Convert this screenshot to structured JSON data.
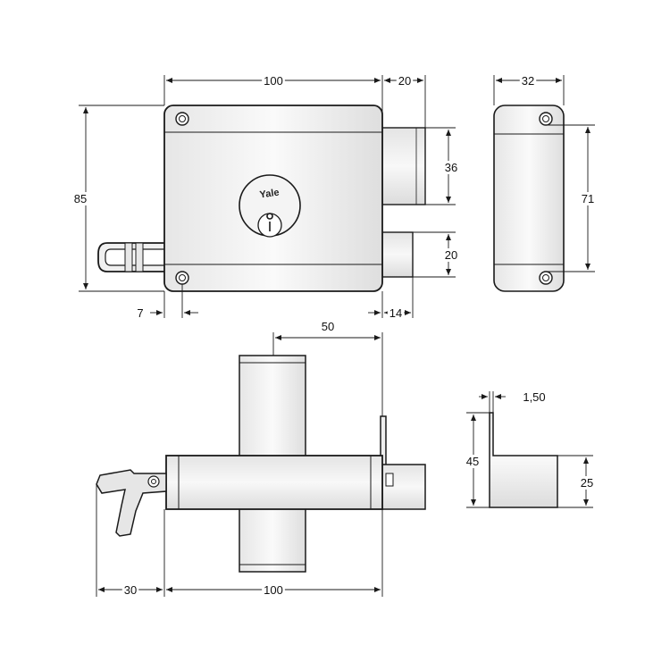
{
  "brand": "Yale",
  "dimensions": {
    "front_width": "100",
    "bolt_projection": "20",
    "body_height": "85",
    "deadbolt_height": "36",
    "latch_height": "20",
    "left_offset": "7",
    "latch_projection": "14",
    "side_depth": "32",
    "side_height": "71",
    "top_depth": "50",
    "keeper_thickness": "1,50",
    "keeper_height": "45",
    "keeper_lip": "25",
    "handle_length": "30",
    "bottom_width": "100"
  },
  "colors": {
    "line": "#1a1a1a",
    "fill_light": "#f2f2f2",
    "fill_mid": "#dcdcdc"
  }
}
